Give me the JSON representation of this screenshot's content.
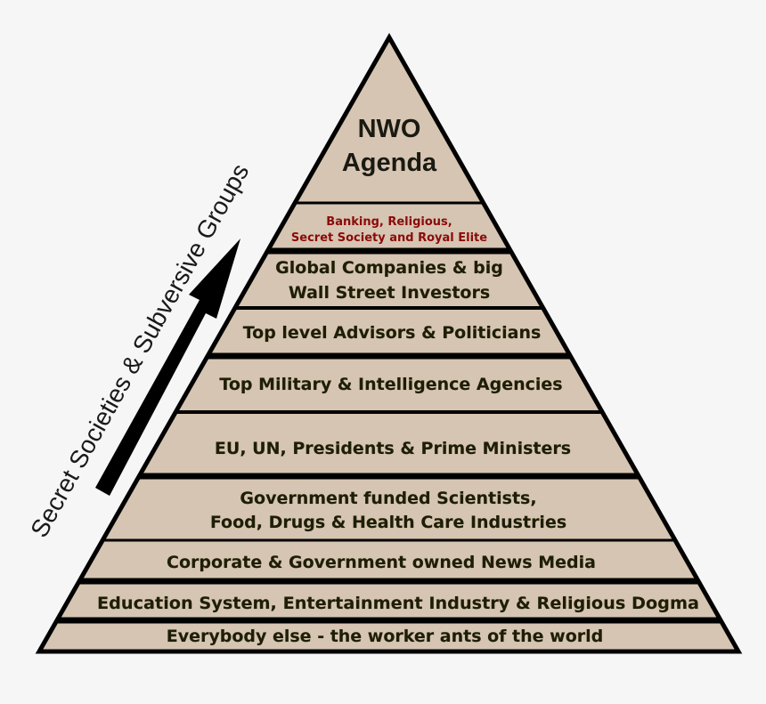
{
  "diagram": {
    "type": "pyramid",
    "side_label": "Secret Societies & Subversive Groups",
    "arrow_direction": "up",
    "colors": {
      "background": "#f6f6f6",
      "tier_fill": "#d6c5b2",
      "outline": "#000000",
      "text": "#1e1d08",
      "elite_text": "#8b0a0a"
    },
    "tiers": [
      {
        "level": 1,
        "lines": [
          "NWO",
          "Agenda"
        ]
      },
      {
        "level": 2,
        "lines": [
          "Banking, Religious,",
          "Secret Society and Royal Elite"
        ]
      },
      {
        "level": 3,
        "lines": [
          "Global Companies & big",
          "Wall Street Investors"
        ]
      },
      {
        "level": 4,
        "lines": [
          "Top level Advisors & Politicians"
        ]
      },
      {
        "level": 5,
        "lines": [
          "Top Military & Intelligence Agencies"
        ]
      },
      {
        "level": 6,
        "lines": [
          "EU, UN, Presidents & Prime Ministers"
        ]
      },
      {
        "level": 7,
        "lines": [
          "Government funded Scientists,",
          "Food, Drugs & Health Care Industries"
        ]
      },
      {
        "level": 8,
        "lines": [
          "Corporate & Government owned News Media"
        ]
      },
      {
        "level": 9,
        "lines": [
          "Education System, Entertainment Industry & Religious Dogma"
        ]
      },
      {
        "level": 10,
        "lines": [
          "Everybody else - the worker ants of the world"
        ]
      }
    ]
  }
}
